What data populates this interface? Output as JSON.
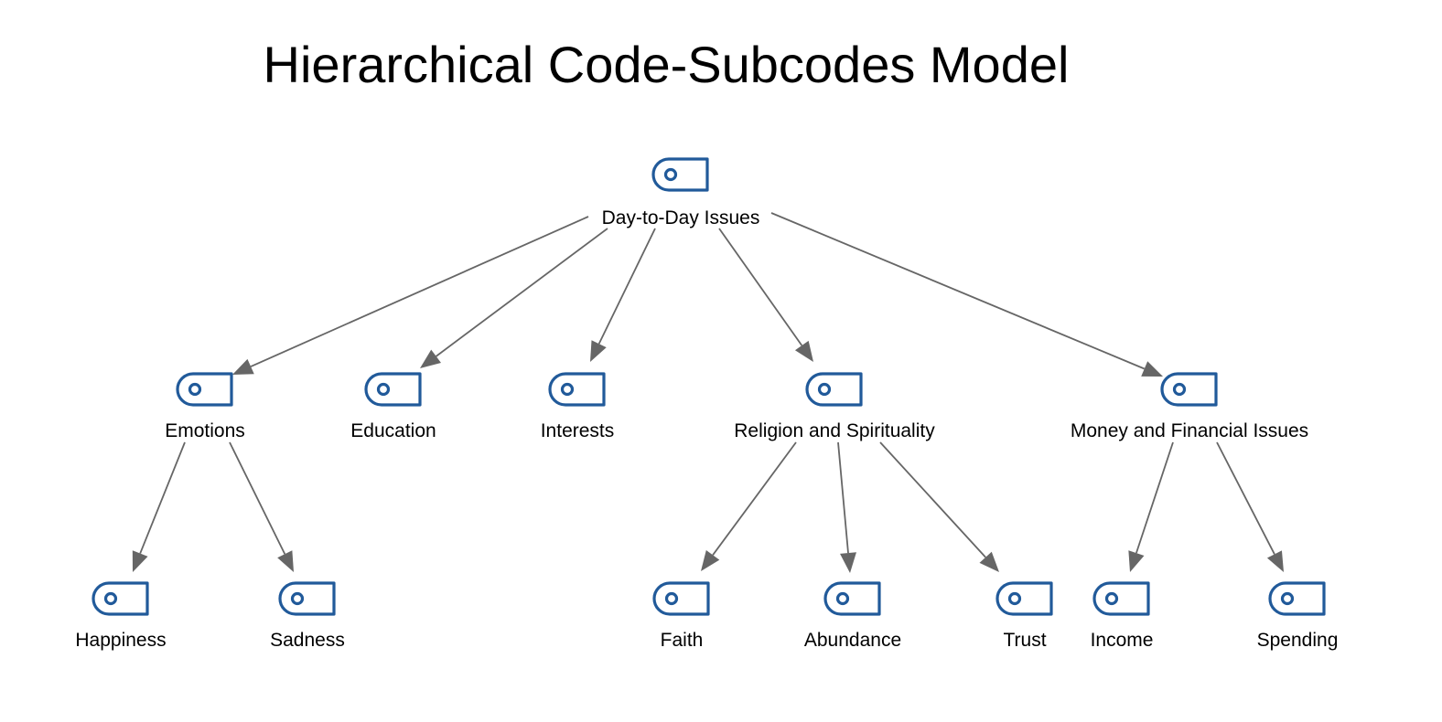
{
  "title": "Hierarchical Code-Subcodes Model",
  "colors": {
    "icon": "#215a9a",
    "edge": "#666666",
    "text": "#000000"
  },
  "icon": "code-tag-icon",
  "nodes": [
    {
      "id": "day-to-day-issues",
      "label": "Day-to-Day Issues",
      "level": 0
    },
    {
      "id": "emotions",
      "label": "Emotions",
      "level": 1,
      "parent": "day-to-day-issues"
    },
    {
      "id": "education",
      "label": "Education",
      "level": 1,
      "parent": "day-to-day-issues"
    },
    {
      "id": "interests",
      "label": "Interests",
      "level": 1,
      "parent": "day-to-day-issues"
    },
    {
      "id": "religion-and-spirituality",
      "label": "Religion and Spirituality",
      "level": 1,
      "parent": "day-to-day-issues"
    },
    {
      "id": "money-and-financial-issues",
      "label": "Money and Financial Issues",
      "level": 1,
      "parent": "day-to-day-issues"
    },
    {
      "id": "happiness",
      "label": "Happiness",
      "level": 2,
      "parent": "emotions"
    },
    {
      "id": "sadness",
      "label": "Sadness",
      "level": 2,
      "parent": "emotions"
    },
    {
      "id": "faith",
      "label": "Faith",
      "level": 2,
      "parent": "religion-and-spirituality"
    },
    {
      "id": "abundance",
      "label": "Abundance",
      "level": 2,
      "parent": "religion-and-spirituality"
    },
    {
      "id": "trust",
      "label": "Trust",
      "level": 2,
      "parent": "religion-and-spirituality"
    },
    {
      "id": "income",
      "label": "Income",
      "level": 2,
      "parent": "money-and-financial-issues"
    },
    {
      "id": "spending",
      "label": "Spending",
      "level": 2,
      "parent": "money-and-financial-issues"
    }
  ]
}
